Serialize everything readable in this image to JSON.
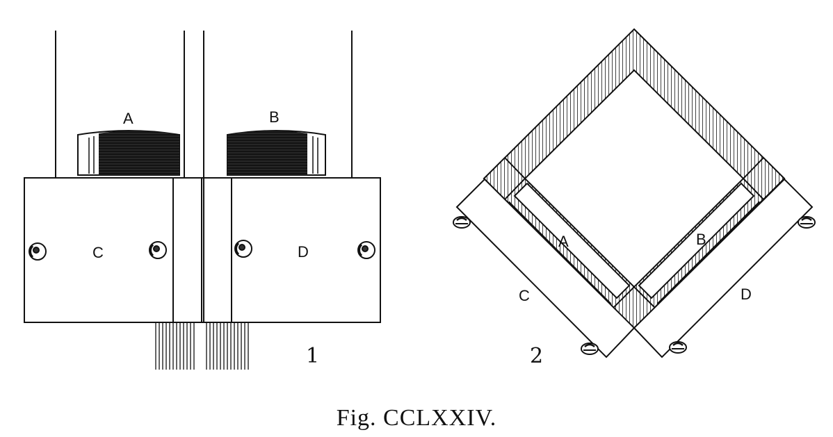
{
  "figure1": {
    "label_a": "A",
    "label_b": "B",
    "label_c": "C",
    "label_d": "D",
    "number": "1"
  },
  "figure2": {
    "label_a": "A",
    "label_b": "B",
    "label_c": "C",
    "label_d": "D",
    "number": "2"
  },
  "caption": "Fig. CCLXXIV.",
  "colors": {
    "ink": "#111111",
    "paper": "#ffffff"
  }
}
